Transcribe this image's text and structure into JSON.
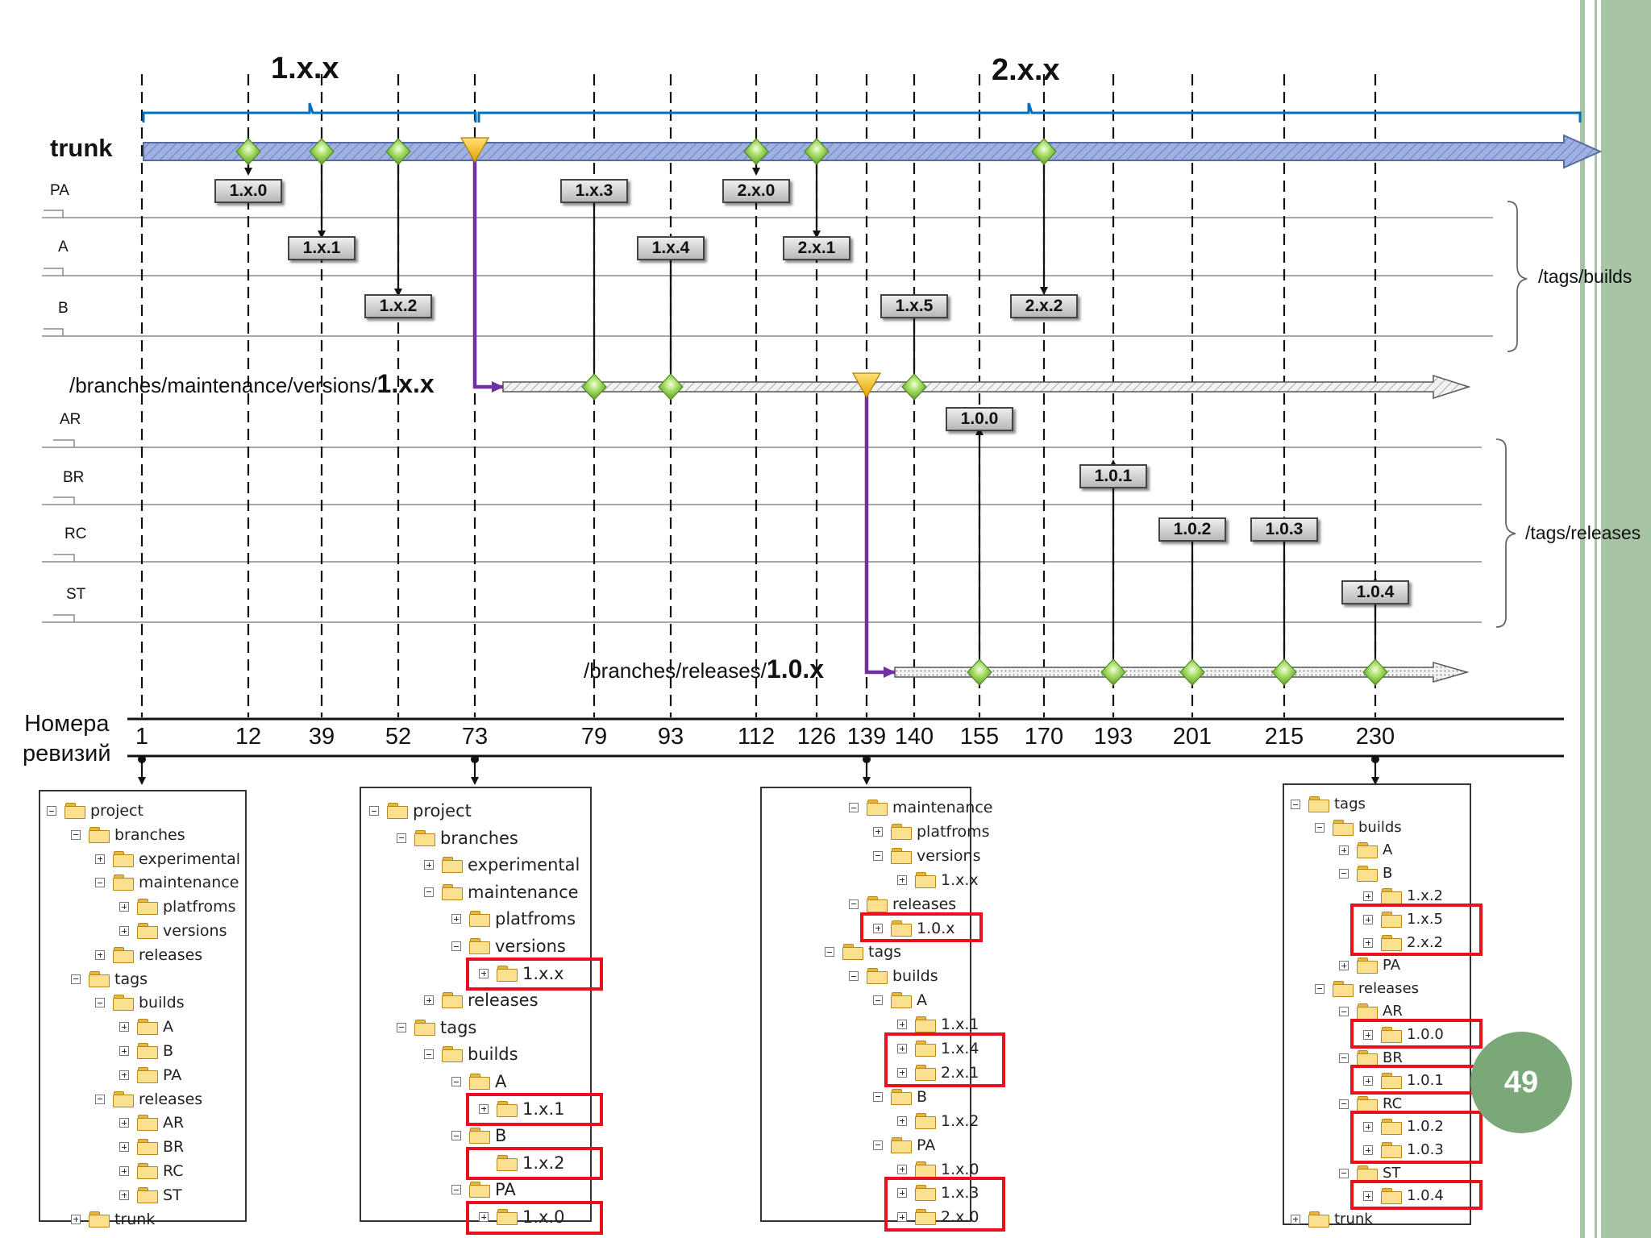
{
  "colors": {
    "accent_border": "#a7c4a5",
    "trunk_fill": "#9fb1e0",
    "branch_line": "#7030a0",
    "scope_brace": "#0070c0",
    "highlight": "#e8101c",
    "badge": "#7aa878"
  },
  "titles": {
    "scope_1": "1.x.x",
    "scope_2": "2.x.x"
  },
  "labels": {
    "trunk": "trunk",
    "tags_builds": "/tags/builds",
    "tags_releases": "/tags/releases",
    "revisions_line1": "Номера",
    "revisions_line2": "ревизий"
  },
  "branch_maint": {
    "prefix": "/branches/maintenance/versions/",
    "suffix": "1.x.x"
  },
  "branch_rel": {
    "prefix": "/branches/releases/",
    "suffix": "1.0.x"
  },
  "build_lanes": [
    "PA",
    "A",
    "B"
  ],
  "release_lanes": [
    "AR",
    "BR",
    "RC",
    "ST"
  ],
  "revisions": [
    "1",
    "12",
    "39",
    "52",
    "73",
    "79",
    "93",
    "112",
    "126",
    "139",
    "140",
    "155",
    "170",
    "193",
    "201",
    "215",
    "230"
  ],
  "tags": [
    "1.x.0",
    "1.x.1",
    "1.x.2",
    "1.x.3",
    "1.x.4",
    "2.x.0",
    "2.x.1",
    "1.x.5",
    "2.x.2",
    "1.0.0",
    "1.0.1",
    "1.0.2",
    "1.0.3",
    "1.0.4"
  ],
  "trees": [
    [
      {
        "d": 0,
        "t": "m",
        "n": "project"
      },
      {
        "d": 1,
        "t": "m",
        "n": "branches"
      },
      {
        "d": 2,
        "t": "p",
        "n": "experimental"
      },
      {
        "d": 2,
        "t": "m",
        "n": "maintenance"
      },
      {
        "d": 3,
        "t": "p",
        "n": "platfroms"
      },
      {
        "d": 3,
        "t": "p",
        "n": "versions"
      },
      {
        "d": 2,
        "t": "p",
        "n": "releases"
      },
      {
        "d": 1,
        "t": "m",
        "n": "tags"
      },
      {
        "d": 2,
        "t": "m",
        "n": "builds"
      },
      {
        "d": 3,
        "t": "p",
        "n": "A"
      },
      {
        "d": 3,
        "t": "p",
        "n": "B"
      },
      {
        "d": 3,
        "t": "p",
        "n": "PA"
      },
      {
        "d": 2,
        "t": "m",
        "n": "releases"
      },
      {
        "d": 3,
        "t": "p",
        "n": "AR"
      },
      {
        "d": 3,
        "t": "p",
        "n": "BR"
      },
      {
        "d": 3,
        "t": "p",
        "n": "RC"
      },
      {
        "d": 3,
        "t": "p",
        "n": "ST"
      },
      {
        "d": 1,
        "t": "p",
        "n": "trunk"
      }
    ],
    [
      {
        "d": 0,
        "t": "m",
        "n": "project"
      },
      {
        "d": 1,
        "t": "m",
        "n": "branches"
      },
      {
        "d": 2,
        "t": "p",
        "n": "experimental"
      },
      {
        "d": 2,
        "t": "m",
        "n": "maintenance"
      },
      {
        "d": 3,
        "t": "p",
        "n": "platfroms"
      },
      {
        "d": 3,
        "t": "m",
        "n": "versions"
      },
      {
        "d": 4,
        "t": "p",
        "n": "1.x.x"
      },
      {
        "d": 2,
        "t": "p",
        "n": "releases"
      },
      {
        "d": 1,
        "t": "m",
        "n": "tags"
      },
      {
        "d": 2,
        "t": "m",
        "n": "builds"
      },
      {
        "d": 3,
        "t": "m",
        "n": "A"
      },
      {
        "d": 4,
        "t": "p",
        "n": "1.x.1"
      },
      {
        "d": 3,
        "t": "m",
        "n": "B"
      },
      {
        "d": 4,
        "t": "n",
        "n": "1.x.2"
      },
      {
        "d": 3,
        "t": "m",
        "n": "PA"
      },
      {
        "d": 4,
        "t": "p",
        "n": "1.x.0"
      }
    ],
    [
      {
        "d": 1,
        "t": "m",
        "n": "maintenance"
      },
      {
        "d": 2,
        "t": "p",
        "n": "platfroms"
      },
      {
        "d": 2,
        "t": "m",
        "n": "versions"
      },
      {
        "d": 3,
        "t": "p",
        "n": "1.x.x"
      },
      {
        "d": 1,
        "t": "m",
        "n": "releases"
      },
      {
        "d": 2,
        "t": "p",
        "n": "1.0.x"
      },
      {
        "d": 0,
        "t": "m",
        "n": "tags"
      },
      {
        "d": 1,
        "t": "m",
        "n": "builds"
      },
      {
        "d": 2,
        "t": "m",
        "n": "A"
      },
      {
        "d": 3,
        "t": "p",
        "n": "1.x.1"
      },
      {
        "d": 3,
        "t": "p",
        "n": "1.x.4"
      },
      {
        "d": 3,
        "t": "p",
        "n": "2.x.1"
      },
      {
        "d": 2,
        "t": "m",
        "n": "B"
      },
      {
        "d": 3,
        "t": "p",
        "n": "1.x.2"
      },
      {
        "d": 2,
        "t": "m",
        "n": "PA"
      },
      {
        "d": 3,
        "t": "p",
        "n": "1.x.0"
      },
      {
        "d": 3,
        "t": "p",
        "n": "1.x.3"
      },
      {
        "d": 3,
        "t": "p",
        "n": "2.x.0"
      }
    ],
    [
      {
        "d": 0,
        "t": "m",
        "n": "tags"
      },
      {
        "d": 1,
        "t": "m",
        "n": "builds"
      },
      {
        "d": 2,
        "t": "p",
        "n": "A"
      },
      {
        "d": 2,
        "t": "m",
        "n": "B"
      },
      {
        "d": 3,
        "t": "p",
        "n": "1.x.2"
      },
      {
        "d": 3,
        "t": "p",
        "n": "1.x.5"
      },
      {
        "d": 3,
        "t": "p",
        "n": "2.x.2"
      },
      {
        "d": 2,
        "t": "p",
        "n": "PA"
      },
      {
        "d": 1,
        "t": "m",
        "n": "releases"
      },
      {
        "d": 2,
        "t": "m",
        "n": "AR"
      },
      {
        "d": 3,
        "t": "p",
        "n": "1.0.0"
      },
      {
        "d": 2,
        "t": "m",
        "n": "BR"
      },
      {
        "d": 3,
        "t": "p",
        "n": "1.0.1"
      },
      {
        "d": 2,
        "t": "m",
        "n": "RC"
      },
      {
        "d": 3,
        "t": "p",
        "n": "1.0.2"
      },
      {
        "d": 3,
        "t": "p",
        "n": "1.0.3"
      },
      {
        "d": 2,
        "t": "m",
        "n": "ST"
      },
      {
        "d": 3,
        "t": "p",
        "n": "1.0.4"
      },
      {
        "d": 0,
        "t": "p",
        "n": "trunk"
      }
    ]
  ],
  "page_number": "49"
}
